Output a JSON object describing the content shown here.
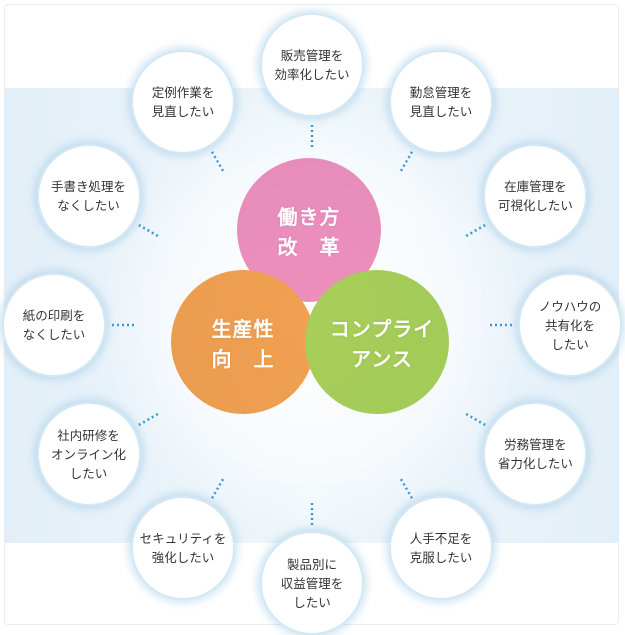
{
  "core_circles": [
    {
      "id": "reform",
      "label": "働き方\n改　革",
      "color": "#ef8fbd"
    },
    {
      "id": "productivity",
      "label": "生産性\n向　上",
      "color": "#f3a050"
    },
    {
      "id": "compliance",
      "label": "コンプライ\nアンス",
      "color": "#a8cf58"
    }
  ],
  "bubbles": [
    {
      "label": "販売管理を\n効率化したい"
    },
    {
      "label": "勤怠管理を\n見直したい"
    },
    {
      "label": "在庫管理を\n可視化したい"
    },
    {
      "label": "ノウハウの\n共有化を\nしたい"
    },
    {
      "label": "労務管理を\n省力化したい"
    },
    {
      "label": "人手不足を\n克服したい"
    },
    {
      "label": "製品別に\n収益管理を\nしたい"
    },
    {
      "label": "セキュリティを\n強化したい"
    },
    {
      "label": "社内研修を\nオンライン化\nしたい"
    },
    {
      "label": "紙の印刷を\nなくしたい"
    },
    {
      "label": "手書き処理を\nなくしたい"
    },
    {
      "label": "定例作業を\n見直したい"
    }
  ]
}
